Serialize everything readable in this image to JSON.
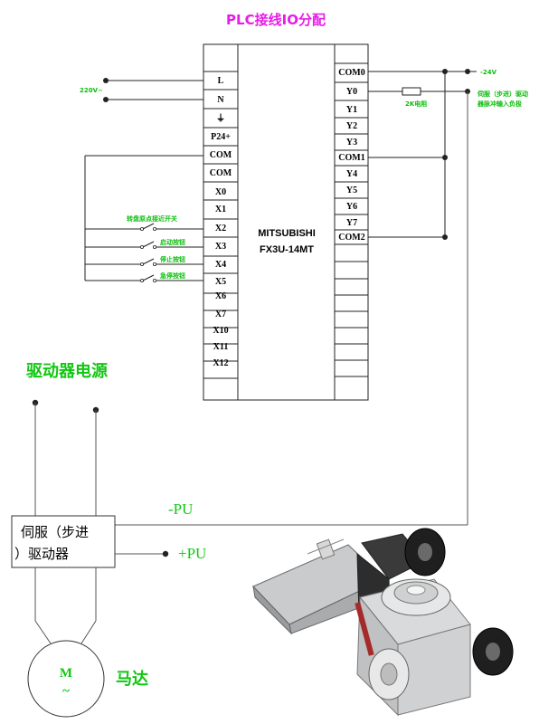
{
  "title": "PLC接线IO分配",
  "plc": {
    "brand": "MITSUBISHI",
    "model": "FX3U-14MT",
    "left_terminals": [
      "L",
      "N",
      "⏚",
      "P24+",
      "COM",
      "COM",
      "X0",
      "X1",
      "X2",
      "X3",
      "X4",
      "X5",
      "X6",
      "X7",
      "X10",
      "X11",
      "X12"
    ],
    "right_terminals": [
      "COM0",
      "Y0",
      "Y1",
      "Y2",
      "Y3",
      "COM1",
      "Y4",
      "Y5",
      "Y6",
      "Y7",
      "COM2"
    ]
  },
  "labels": {
    "power_220v": "220V~",
    "minus_24v": "-24V",
    "resistor": "2K电阻",
    "servo_pulse_line1": "伺服（步进）驱动",
    "servo_pulse_line2": "器脉冲输入负极",
    "switch_x2": "转盘原点接近开关",
    "switch_x3": "启动按钮",
    "switch_x4": "停止按钮",
    "switch_x5": "急停按钮",
    "driver_power": "驱动器电源",
    "minus_pu": "-PU",
    "plus_pu": "+PU",
    "driver_line1": "伺服（步进",
    "driver_line2": "）驱动器",
    "motor_m": "M",
    "motor_tilde": "~",
    "motor_label": "马达"
  },
  "colors": {
    "title": "#e81ce8",
    "label_green": "#11c711",
    "wire": "#222222"
  }
}
